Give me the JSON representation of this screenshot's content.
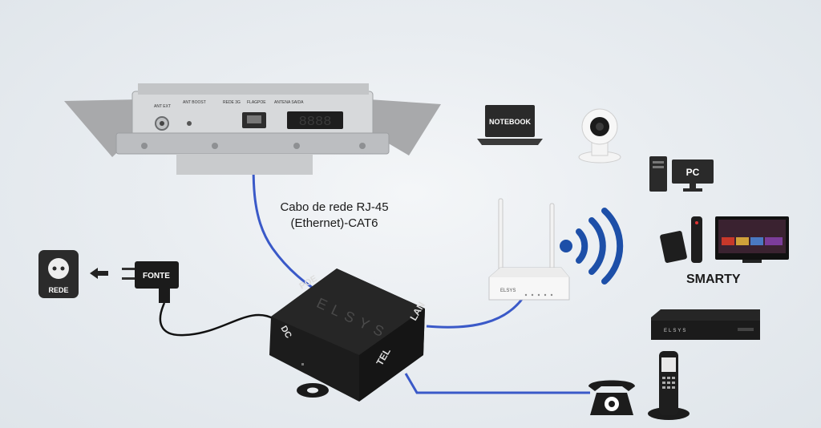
{
  "cable_caption": {
    "line1": "Cabo de rede RJ-45",
    "line2": "(Ethernet)-CAT6"
  },
  "outdoor_unit": {
    "port_labels": [
      "ANT EXT",
      "ANT BOOST",
      "REDE 3G",
      "FLAGPOE",
      "ANTENA SAIDA"
    ],
    "display": "8888"
  },
  "poe_box": {
    "brand": "ELSYS",
    "ports": {
      "poe": "POE",
      "dc": "DC",
      "lan": "LAN",
      "tel": "TEL"
    }
  },
  "power": {
    "adapter_label": "FONTE",
    "outlet_label": "REDE"
  },
  "router": {
    "brand": "ELSYS"
  },
  "devices": {
    "notebook_label": "NOTEBOOK",
    "pc_label": "PC",
    "smarty_label": "SMARTY",
    "stb_brand": "ELSYS"
  },
  "colors": {
    "cable_blue": "#3a59c8",
    "wifi_blue": "#1d4fa8",
    "box_black": "#1c1c1c",
    "device_silver": "#c9cbcd"
  }
}
